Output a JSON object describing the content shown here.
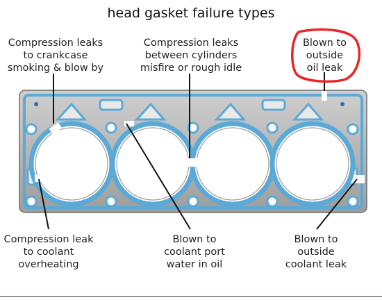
{
  "title": "head gasket failure types",
  "labels": {
    "crankcase": "Compression leaks\nto crankcase\nsmoking & blow by",
    "cylinders": "Compression leaks\nbetween cylinders\nmisfire or rough idle",
    "outside_oil": "Blown to\noutside\noil leak",
    "coolant": "Compression leak\nto coolant\noverheating",
    "coolant_port": "Blown to\ncoolant port\nwater in oil",
    "outside_coolant": "Blown to\noutside\ncoolant leak"
  },
  "colors": {
    "gasket_blue": "#5aa9d6",
    "gasket_body": "#b9b9b9",
    "highlight_circle": "#e8262a"
  }
}
